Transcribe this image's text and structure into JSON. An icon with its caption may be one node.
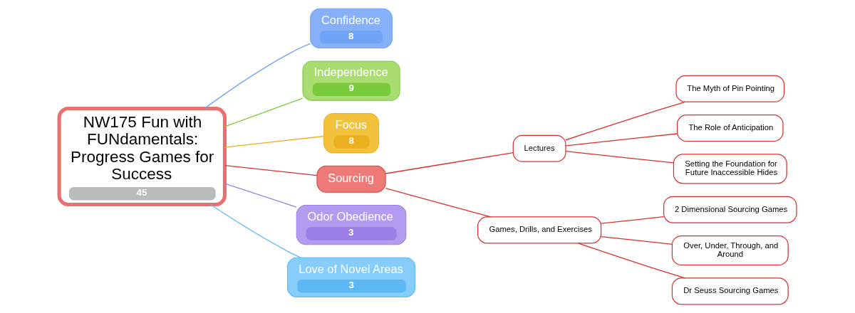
{
  "diagram": {
    "nodes": [
      {
        "text": [
          "NW175 Fun with FUNdamentals: Progress Games for Success",
          "45"
        ]
      },
      {
        "text": [
          "Confidence",
          "8"
        ]
      },
      {
        "text": [
          "Independence",
          "9"
        ]
      },
      {
        "text": [
          "Focus",
          "8"
        ]
      },
      {
        "text": [
          "Sourcing"
        ]
      },
      {
        "text": [
          "Odor Obedience",
          "3"
        ]
      },
      {
        "text": [
          "Love of Novel Areas",
          "3"
        ]
      },
      {
        "text": [
          "Lectures"
        ]
      },
      {
        "text": [
          "Games, Drills, and Exercises"
        ]
      },
      {
        "text": [
          "The Myth of Pin Pointing"
        ]
      },
      {
        "text": [
          "The Role of Anticipation"
        ]
      },
      {
        "text": [
          "Setting the Foundation for Future Inaccessible Hides"
        ]
      },
      {
        "text": [
          "2 Dimensional Sourcing Games"
        ]
      },
      {
        "text": [
          "Over, Under, Through, and Around"
        ]
      },
      {
        "text": [
          "Dr Seuss Sourcing Games"
        ]
      }
    ],
    "edges": [
      {
        "from": 0,
        "to": 1,
        "arrow": "none",
        "color": "#6fa3f5"
      },
      {
        "from": 0,
        "to": 2,
        "arrow": "none",
        "color": "#7acb3c"
      },
      {
        "from": 0,
        "to": 3,
        "arrow": "none",
        "color": "#eab020"
      },
      {
        "from": 0,
        "to": 4,
        "arrow": "none"
      },
      {
        "from": 0,
        "to": 5,
        "arrow": "none",
        "color": "#9b7fe6"
      },
      {
        "from": 0,
        "to": 6,
        "arrow": "none",
        "color": "#5cb8f5"
      },
      {
        "from": 4,
        "to": 7,
        "arrow": "none"
      },
      {
        "from": 4,
        "to": 8,
        "arrow": "none"
      },
      {
        "from": 7,
        "to": 9,
        "arrow": "none"
      },
      {
        "from": 7,
        "to": 10,
        "arrow": "none"
      },
      {
        "from": 7,
        "to": 11,
        "arrow": "none"
      },
      {
        "from": 8,
        "to": 12,
        "arrow": "none"
      },
      {
        "from": 8,
        "to": 13,
        "arrow": "none"
      },
      {
        "from": 8,
        "to": 14,
        "arrow": "none"
      }
    ]
  }
}
